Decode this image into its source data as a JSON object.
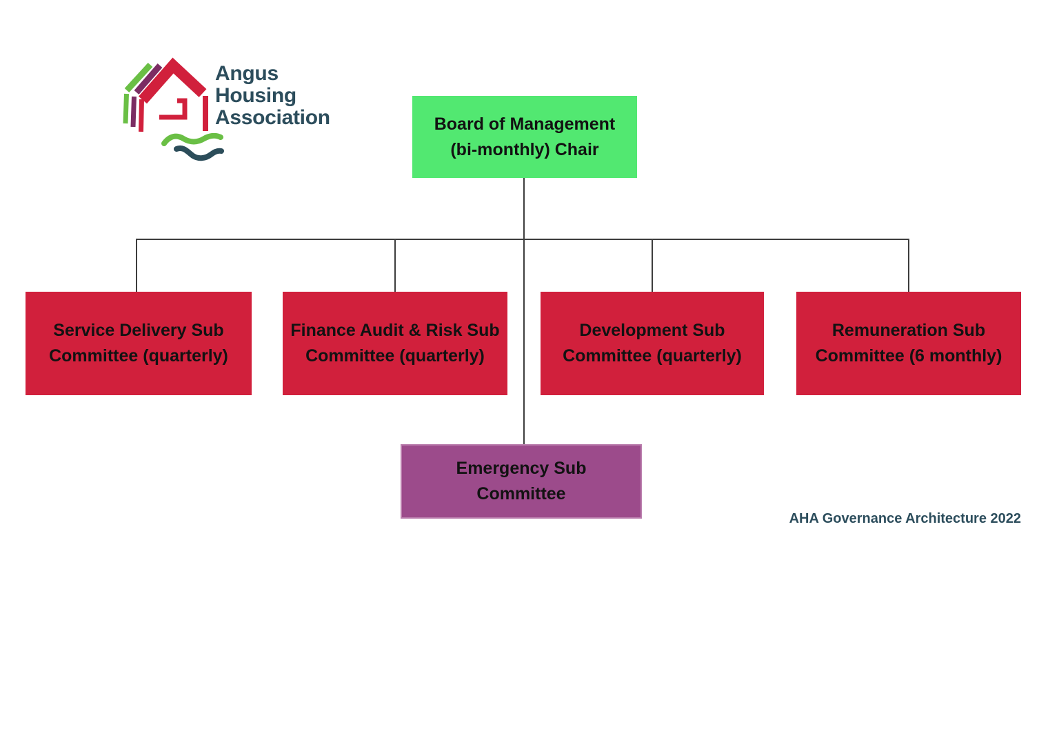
{
  "logo": {
    "icon": "house-with-waves-logo",
    "name_lines": [
      "Angus",
      "Housing",
      "Association"
    ],
    "colors": {
      "green": "#6abf45",
      "purple": "#7c2d63",
      "red": "#d1203c",
      "teal": "#2c4d5c"
    }
  },
  "org_chart": {
    "type": "org-tree",
    "root": {
      "label": "Board of Management\n(bi-monthly) Chair",
      "color": "#52e871"
    },
    "sub_committees": [
      {
        "label": "Service Delivery Sub\nCommittee (quarterly)",
        "color": "#d1203c"
      },
      {
        "label": "Finance Audit & Risk Sub\nCommittee (quarterly)",
        "color": "#d1203c"
      },
      {
        "label": "Development Sub\nCommittee (quarterly)",
        "color": "#d1203c"
      },
      {
        "label": "Remuneration Sub\nCommittee (6 monthly)",
        "color": "#d1203c"
      }
    ],
    "emergency": {
      "label": "Emergency Sub\nCommittee",
      "color": "#9c4b8b"
    },
    "line_color": "#3d3d3d"
  },
  "caption": "AHA Governance Architecture 2022"
}
